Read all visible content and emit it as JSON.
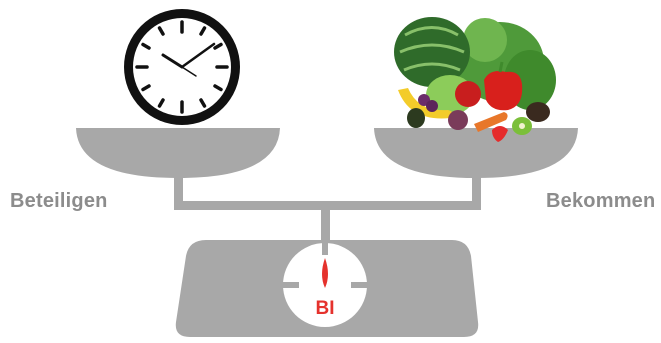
{
  "scale": {
    "left_label": "Beteiligen",
    "right_label": "Bekommen",
    "dial_label": "BI"
  },
  "colors": {
    "scale_gray": "#a8a8a8",
    "scale_dark": "#8c8c8c",
    "label_gray": "#8c8c8c",
    "needle_red": "#e5322d",
    "dial_face": "#ffffff"
  },
  "icons": {
    "left_pan": "clock-icon",
    "right_pan": "vegetables-fruit-icon"
  }
}
